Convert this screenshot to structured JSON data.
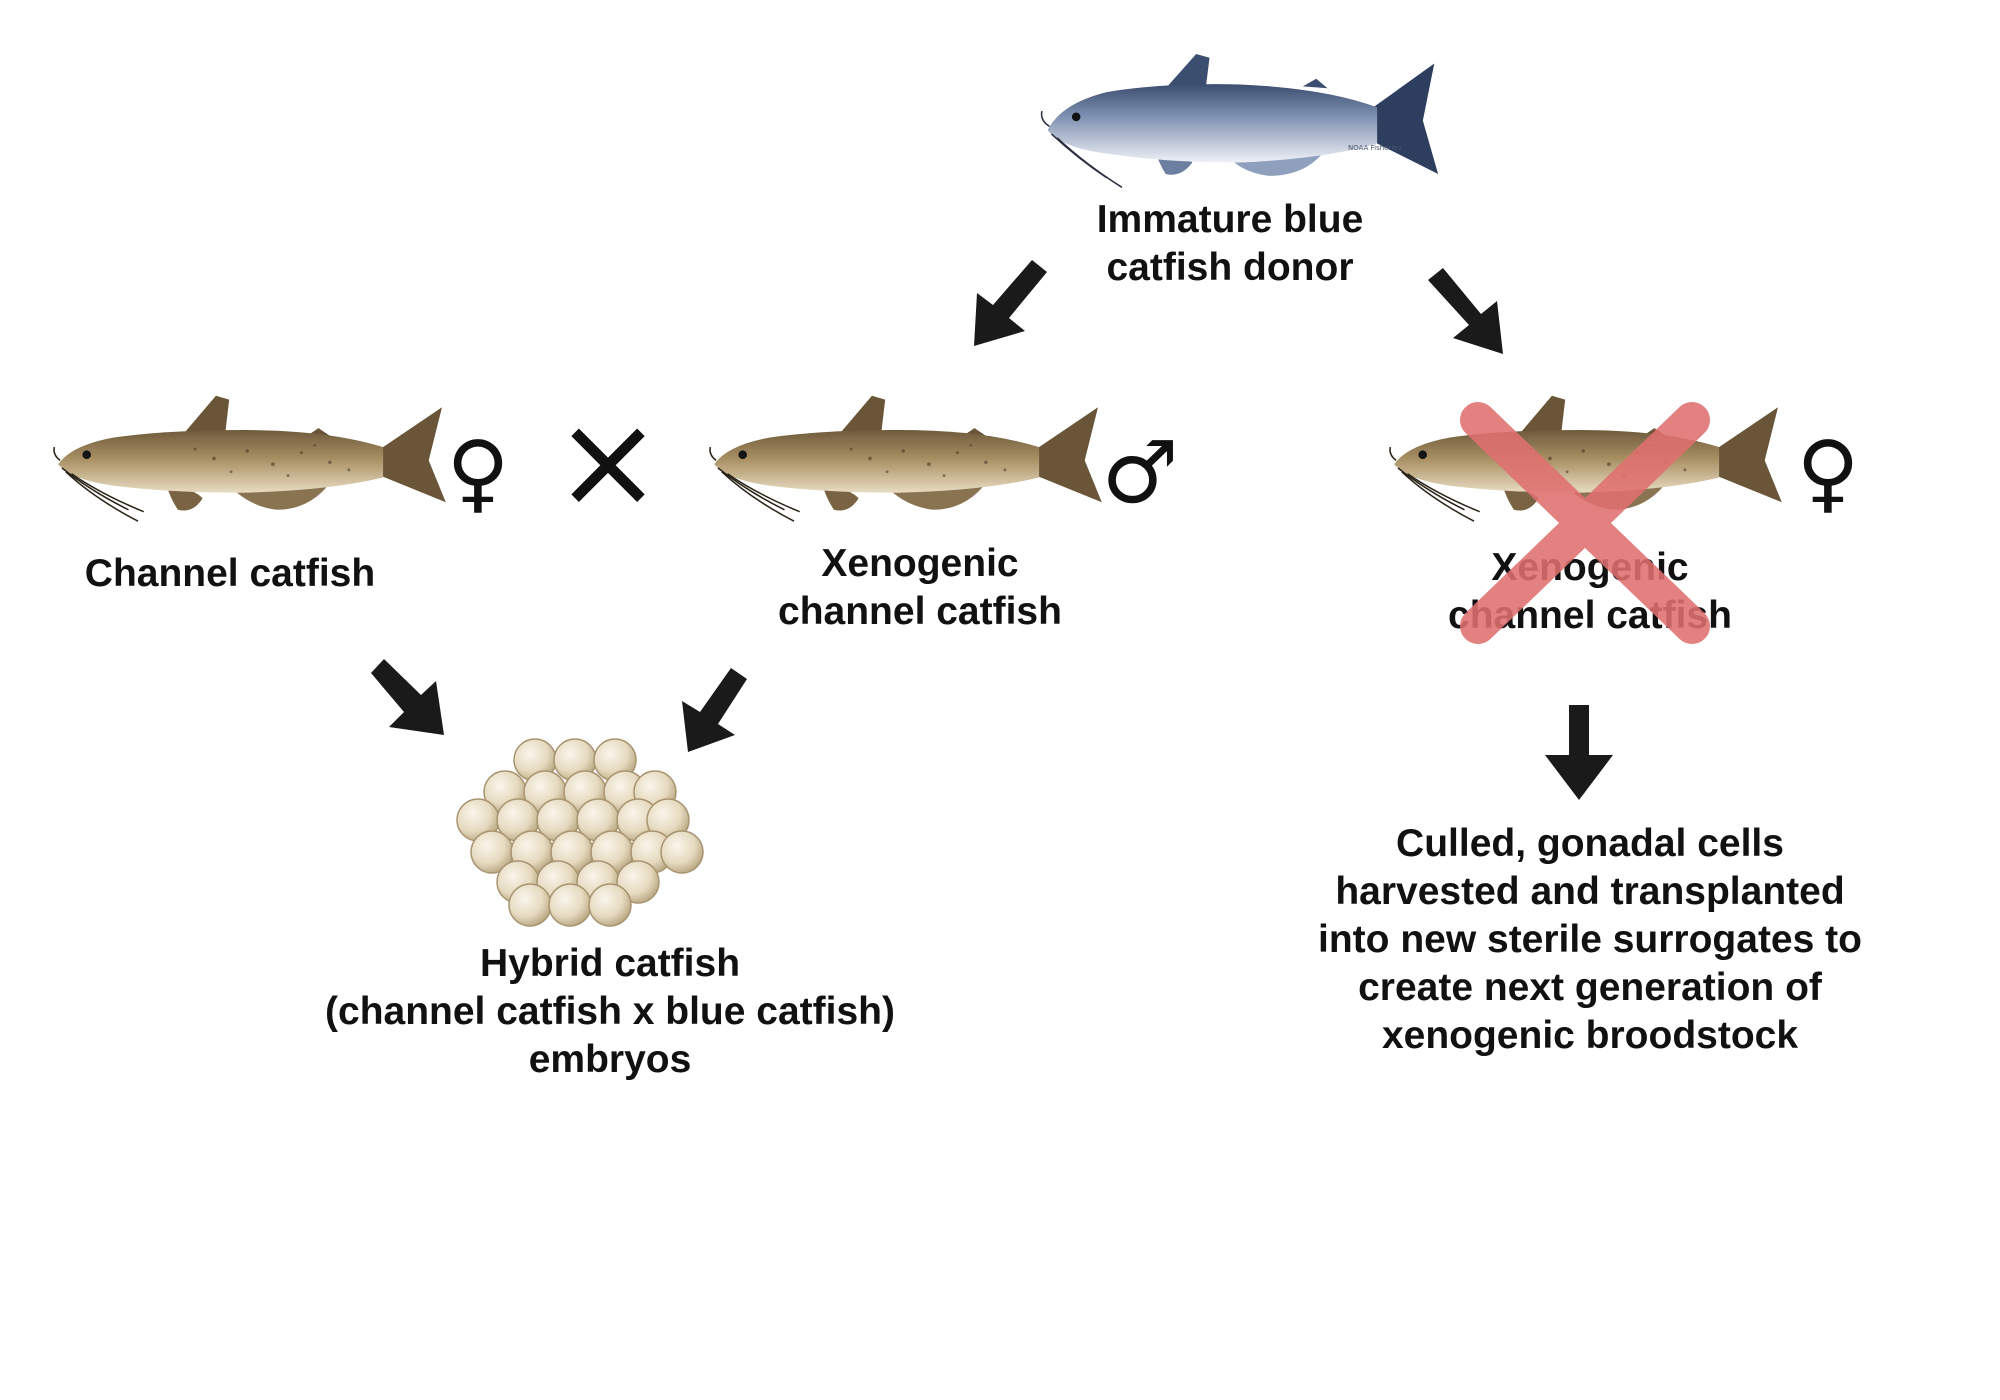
{
  "nodes": {
    "donor": {
      "label_lines": [
        "Immature blue",
        "catfish donor"
      ],
      "image": "blue-catfish-illustration",
      "image_credit": "NOAA Fisheries"
    },
    "channel_female": {
      "label_lines": [
        "Channel catfish"
      ],
      "image": "channel-catfish-illustration",
      "sex_symbol": "♀"
    },
    "cross_symbol": "×",
    "xenogenic_male": {
      "label_lines": [
        "Xenogenic",
        "channel catfish"
      ],
      "image": "channel-catfish-illustration",
      "sex_symbol": "♂"
    },
    "xenogenic_female": {
      "label_lines": [
        "Xenogenic",
        "channel catfish"
      ],
      "image": "channel-catfish-illustration",
      "sex_symbol": "♀",
      "crossed_out": true
    },
    "embryos": {
      "label_lines": [
        "Hybrid catfish",
        "(channel catfish x blue catfish)",
        "embryos"
      ],
      "image": "egg-cluster-illustration"
    },
    "outcome": {
      "label_lines": [
        "Culled, gonadal cells",
        "harvested and transplanted",
        "into new sterile surrogates to",
        "create next generation of",
        "xenogenic broodstock"
      ]
    }
  },
  "edges": [
    {
      "from": "donor",
      "to": "xenogenic_male"
    },
    {
      "from": "donor",
      "to": "xenogenic_female"
    },
    {
      "from": "channel_female",
      "to": "embryos"
    },
    {
      "from": "xenogenic_male",
      "to": "embryos"
    },
    {
      "from": "xenogenic_female",
      "to": "outcome"
    }
  ],
  "colors": {
    "text": "#111111",
    "arrow": "#1a1a1a",
    "cross_out": "#e07070",
    "channel_body": "#a88e62",
    "blue_back": "#4d6184",
    "egg": "#e9dec6"
  }
}
